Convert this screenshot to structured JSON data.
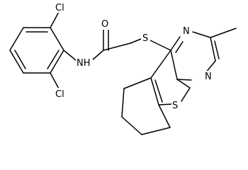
{
  "atoms": {
    "cl_top": "Cl",
    "cl_bottom": "Cl",
    "nh": "NH",
    "carbonyl_o": "O",
    "thioether_s": "S",
    "n_upper": "N",
    "n_lower": "N",
    "thiophene_s": "S"
  },
  "colors": {
    "bond": "#000000",
    "label": "#000000",
    "background": "#ffffff"
  }
}
